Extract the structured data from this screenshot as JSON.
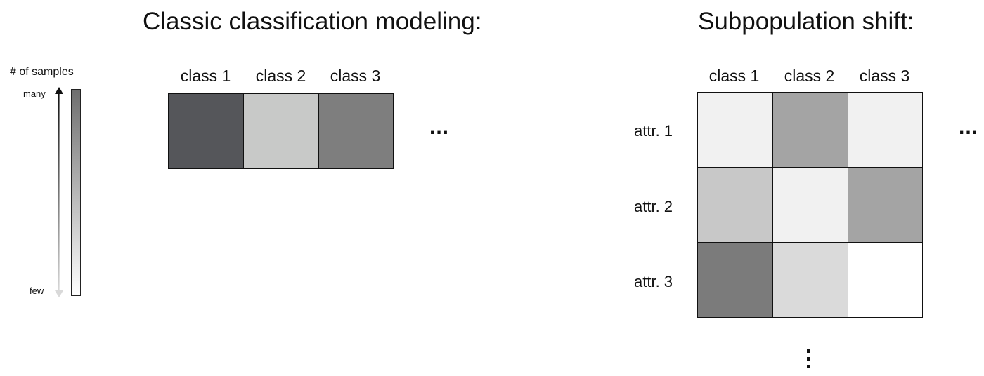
{
  "left_panel": {
    "title": "Classic classification modeling:",
    "columns": [
      "class 1",
      "class 2",
      "class 3"
    ],
    "cells": [
      {
        "class": "class 1",
        "level": 0.88,
        "color": "#55565a"
      },
      {
        "class": "class 2",
        "level": 0.25,
        "color": "#c8c9c8"
      },
      {
        "class": "class 3",
        "level": 0.6,
        "color": "#7e7e7e"
      }
    ],
    "more_indicator": "..."
  },
  "right_panel": {
    "title": "Subpopulation shift:",
    "columns": [
      "class 1",
      "class 2",
      "class 3"
    ],
    "rows": [
      "attr. 1",
      "attr. 2",
      "attr. 3"
    ],
    "grid": [
      [
        {
          "level": 0.06,
          "color": "#f1f1f1"
        },
        {
          "level": 0.45,
          "color": "#a4a4a4"
        },
        {
          "level": 0.06,
          "color": "#f1f1f1"
        }
      ],
      [
        {
          "level": 0.28,
          "color": "#c8c8c8"
        },
        {
          "level": 0.06,
          "color": "#f1f1f1"
        },
        {
          "level": 0.45,
          "color": "#a4a4a4"
        }
      ],
      [
        {
          "level": 0.62,
          "color": "#7b7b7b"
        },
        {
          "level": 0.18,
          "color": "#dadada"
        },
        {
          "level": 0.0,
          "color": "#ffffff"
        }
      ]
    ],
    "more_columns_indicator": "...",
    "more_rows_indicator": "vertical-ellipsis"
  },
  "legend": {
    "title": "# of samples",
    "top_label": "many",
    "bottom_label": "few",
    "gradient_top_color": "#6e6e6e",
    "gradient_bottom_color": "#ffffff"
  }
}
